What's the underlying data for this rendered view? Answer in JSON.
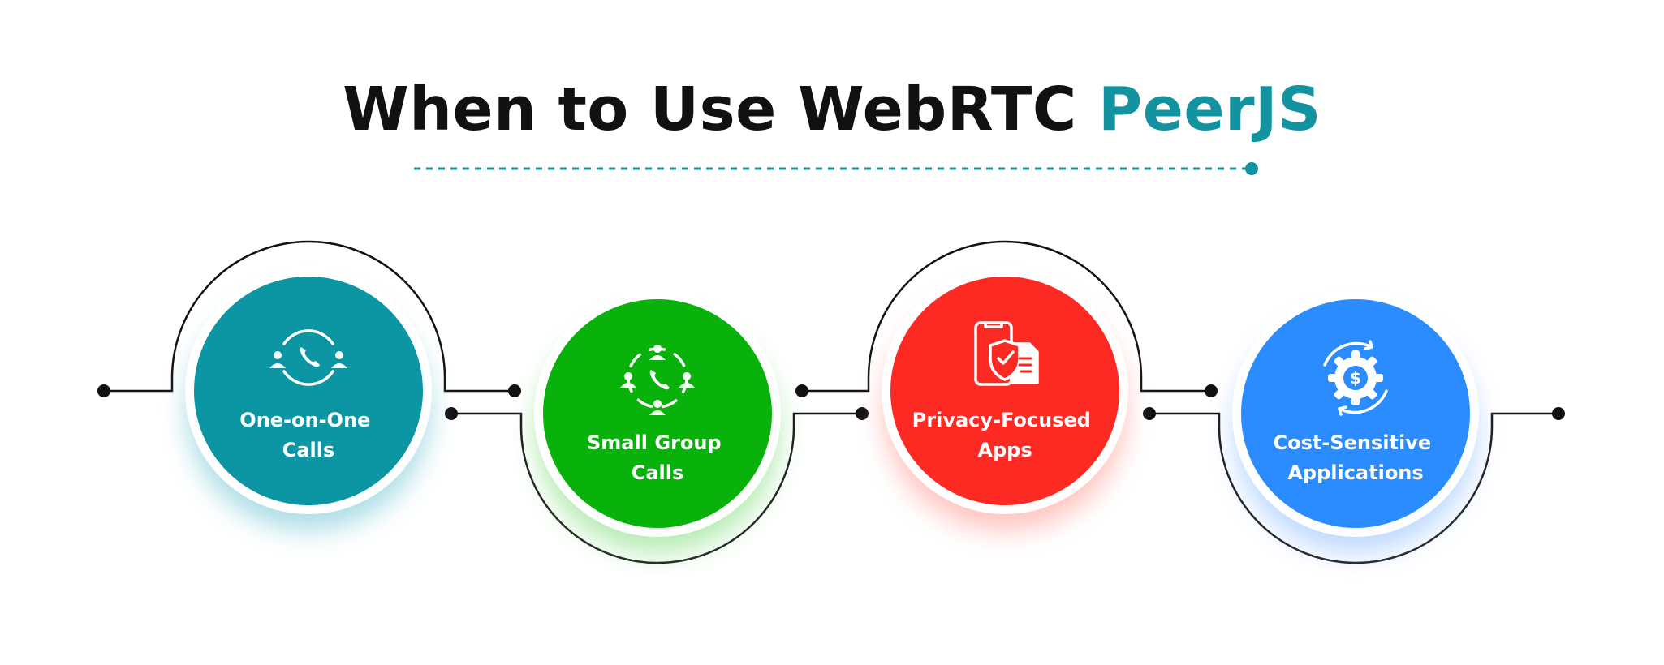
{
  "title": {
    "main": "When to Use WebRTC ",
    "accent": "PeerJS"
  },
  "colors": {
    "title": "#111111",
    "accent": "#13929f",
    "line": "#111111"
  },
  "steps": [
    {
      "id": "one-on-one-calls",
      "lines": [
        "One-on-One",
        "Calls"
      ],
      "color": "#0c96a4",
      "glow": "#8fd2dd",
      "icon": "phone-exchange-icon"
    },
    {
      "id": "small-group-calls",
      "lines": [
        "Small Group",
        "Calls"
      ],
      "color": "#09b20a",
      "glow": "#9de59a",
      "icon": "group-call-icon"
    },
    {
      "id": "privacy-focused-apps",
      "lines": [
        "Privacy-Focused",
        "Apps"
      ],
      "color": "#fc2a23",
      "glow": "#ffb0aa",
      "icon": "shield-phone-icon"
    },
    {
      "id": "cost-sensitive-applications",
      "lines": [
        "Cost-Sensitive",
        "Applications"
      ],
      "color": "#2b8cff",
      "glow": "#a9cdff",
      "icon": "gear-dollar-icon"
    }
  ]
}
